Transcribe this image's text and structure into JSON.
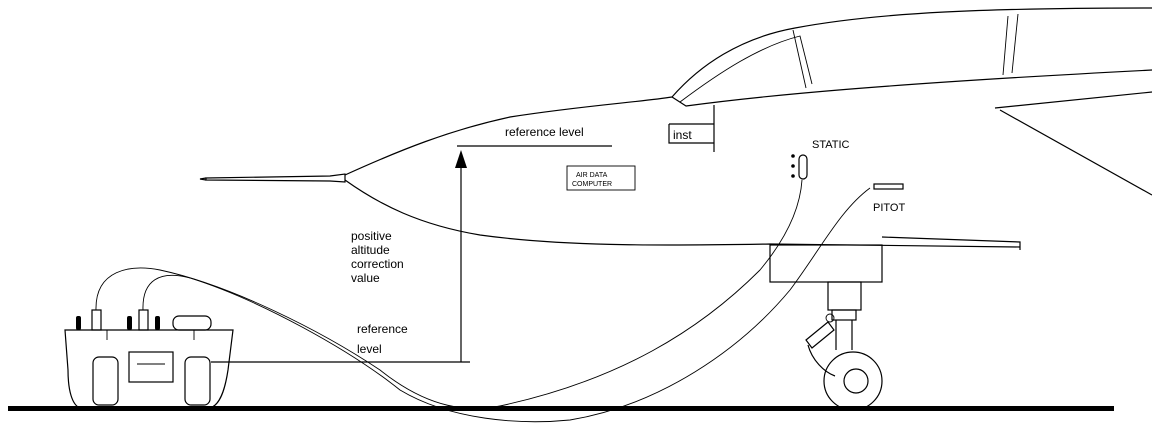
{
  "labels": {
    "reference_level_top": "reference level",
    "inst": "inst",
    "static": "STATIC",
    "pitot": "PITOT",
    "adc_line1": "AIR DATA",
    "adc_line2": "COMPUTER",
    "positive_altitude": [
      "positive",
      "altitude",
      "correction",
      "value"
    ],
    "reference_level_bottom": [
      "reference",
      "level"
    ]
  },
  "colors": {
    "ink": "#000000",
    "background": "#ffffff"
  }
}
